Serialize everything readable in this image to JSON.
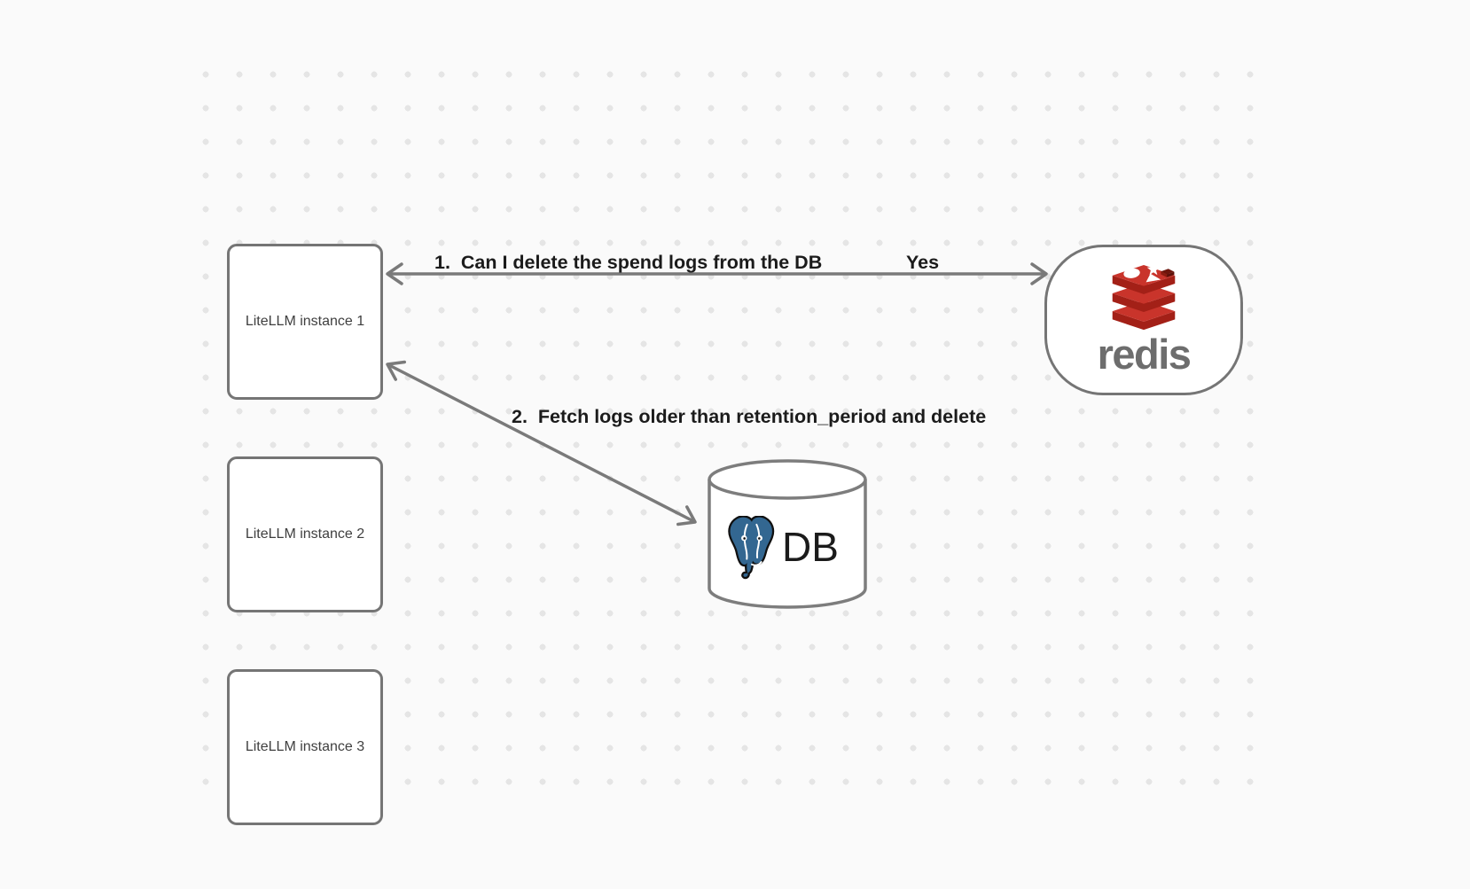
{
  "canvas": {
    "background": "#fafafa",
    "dot_color": "#e5e5e5"
  },
  "nodes": {
    "instance1": {
      "label": "LiteLLM instance 1"
    },
    "instance2": {
      "label": "LiteLLM instance 2"
    },
    "instance3": {
      "label": "LiteLLM instance 3"
    },
    "redis": {
      "label": "redis",
      "logo": "redis-stack-logo",
      "logo_red": "#c9342b",
      "logo_dark_red": "#a32017",
      "wordmark_color": "#6d6d6d"
    },
    "db": {
      "label": "DB",
      "logo": "postgresql-elephant-logo",
      "logo_blue": "#336791"
    }
  },
  "edges": [
    {
      "id": "edge-1",
      "from": "redis",
      "to": "instance1",
      "double_headed": true,
      "label": "1.  Can I delete the spend logs from the DB",
      "response": "Yes"
    },
    {
      "id": "edge-2",
      "from": "db",
      "to": "instance1",
      "double_headed": true,
      "label": "2.  Fetch logs older than retention_period and delete"
    }
  ],
  "style": {
    "shape_stroke": "#757575",
    "arrow_stroke": "#7a7a7a",
    "label_color": "#1b1b1b"
  }
}
